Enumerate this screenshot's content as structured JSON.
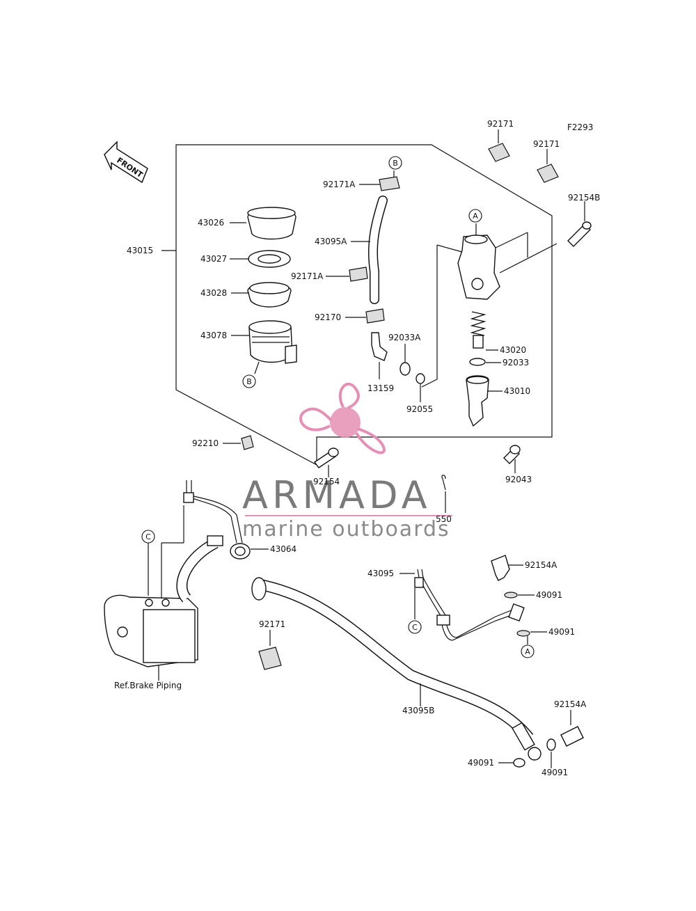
{
  "diagram_code": "F2293",
  "front_label": "FRONT",
  "ref_brake_piping": "Ref.Brake Piping",
  "watermark": {
    "brand": "ARMADA",
    "tagline": "marine outboards",
    "accent_color": "#e58fb4"
  },
  "ref_markers": {
    "A": "A",
    "B": "B",
    "C": "C"
  },
  "parts": {
    "p92171_top": "92171",
    "p92171_top2": "92171",
    "p92154B": "92154B",
    "p92171A_top": "92171A",
    "p43026": "43026",
    "p43095A": "43095A",
    "p43015": "43015",
    "p43027": "43027",
    "p92171A_mid": "92171A",
    "p43028": "43028",
    "p92170": "92170",
    "p43078": "43078",
    "p92033A": "92033A",
    "p43020": "43020",
    "p92033": "92033",
    "p13159": "13159",
    "p92055": "92055",
    "p43010": "43010",
    "p92210": "92210",
    "p92154": "92154",
    "p92043": "92043",
    "p550": "550",
    "p43064": "43064",
    "p92154A_mid": "92154A",
    "p43095": "43095",
    "p49091_a": "49091",
    "p49091_b": "49091",
    "p92171_low": "92171",
    "p43095B": "43095B",
    "p92154A_low": "92154A",
    "p49091_c": "49091",
    "p49091_d": "49091"
  }
}
